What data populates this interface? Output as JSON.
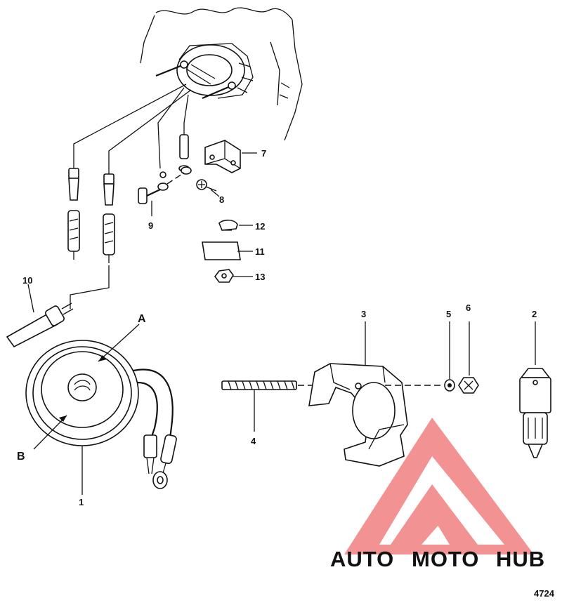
{
  "callouts": {
    "c1": "1",
    "c2": "2",
    "c3": "3",
    "c4": "4",
    "c5": "5",
    "c6": "6",
    "c7": "7",
    "c8": "8",
    "c9": "9",
    "c10": "10",
    "c11": "11",
    "c12": "12",
    "c13": "13",
    "a": "A",
    "b": "B"
  },
  "watermark": {
    "part1": "AUTO",
    "part2": "MOTO",
    "part3": "HUB",
    "color_auto": "#f3c27a",
    "color_moto": "#f08a8a",
    "color_hub": "#b9b9b9",
    "logo_color": "#f17f7f"
  },
  "figure_id": "4724"
}
